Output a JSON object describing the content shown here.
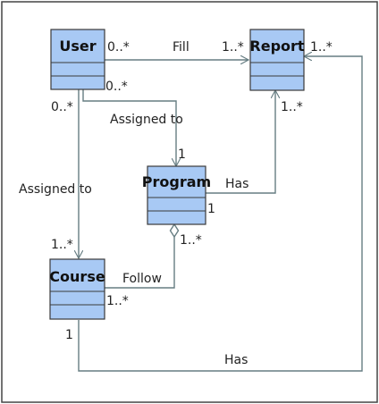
{
  "colors": {
    "class_fill": "#a8c9f4",
    "class_border": "#3a3a3a",
    "line": "#667d82",
    "text": "#222222",
    "frame": "#444444"
  },
  "classes": {
    "user": "User",
    "report": "Report",
    "program": "Program",
    "course": "Course"
  },
  "associations": {
    "fill": {
      "label": "Fill",
      "source_mult": "0..*",
      "target_mult": "1..*"
    },
    "user_program": {
      "label": "Assigned to",
      "source_mult": "0..*",
      "target_mult": "1"
    },
    "user_course": {
      "label": "Assigned to",
      "source_mult": "0..*",
      "target_mult": "1..*"
    },
    "program_report": {
      "label": "Has",
      "source_mult": "1",
      "target_mult": "1..*"
    },
    "course_program": {
      "label": "Follow",
      "source_mult": "1..*",
      "target_mult": "1..*"
    },
    "course_report": {
      "label": "Has",
      "source_mult": "1",
      "target_mult": "1..*"
    }
  }
}
